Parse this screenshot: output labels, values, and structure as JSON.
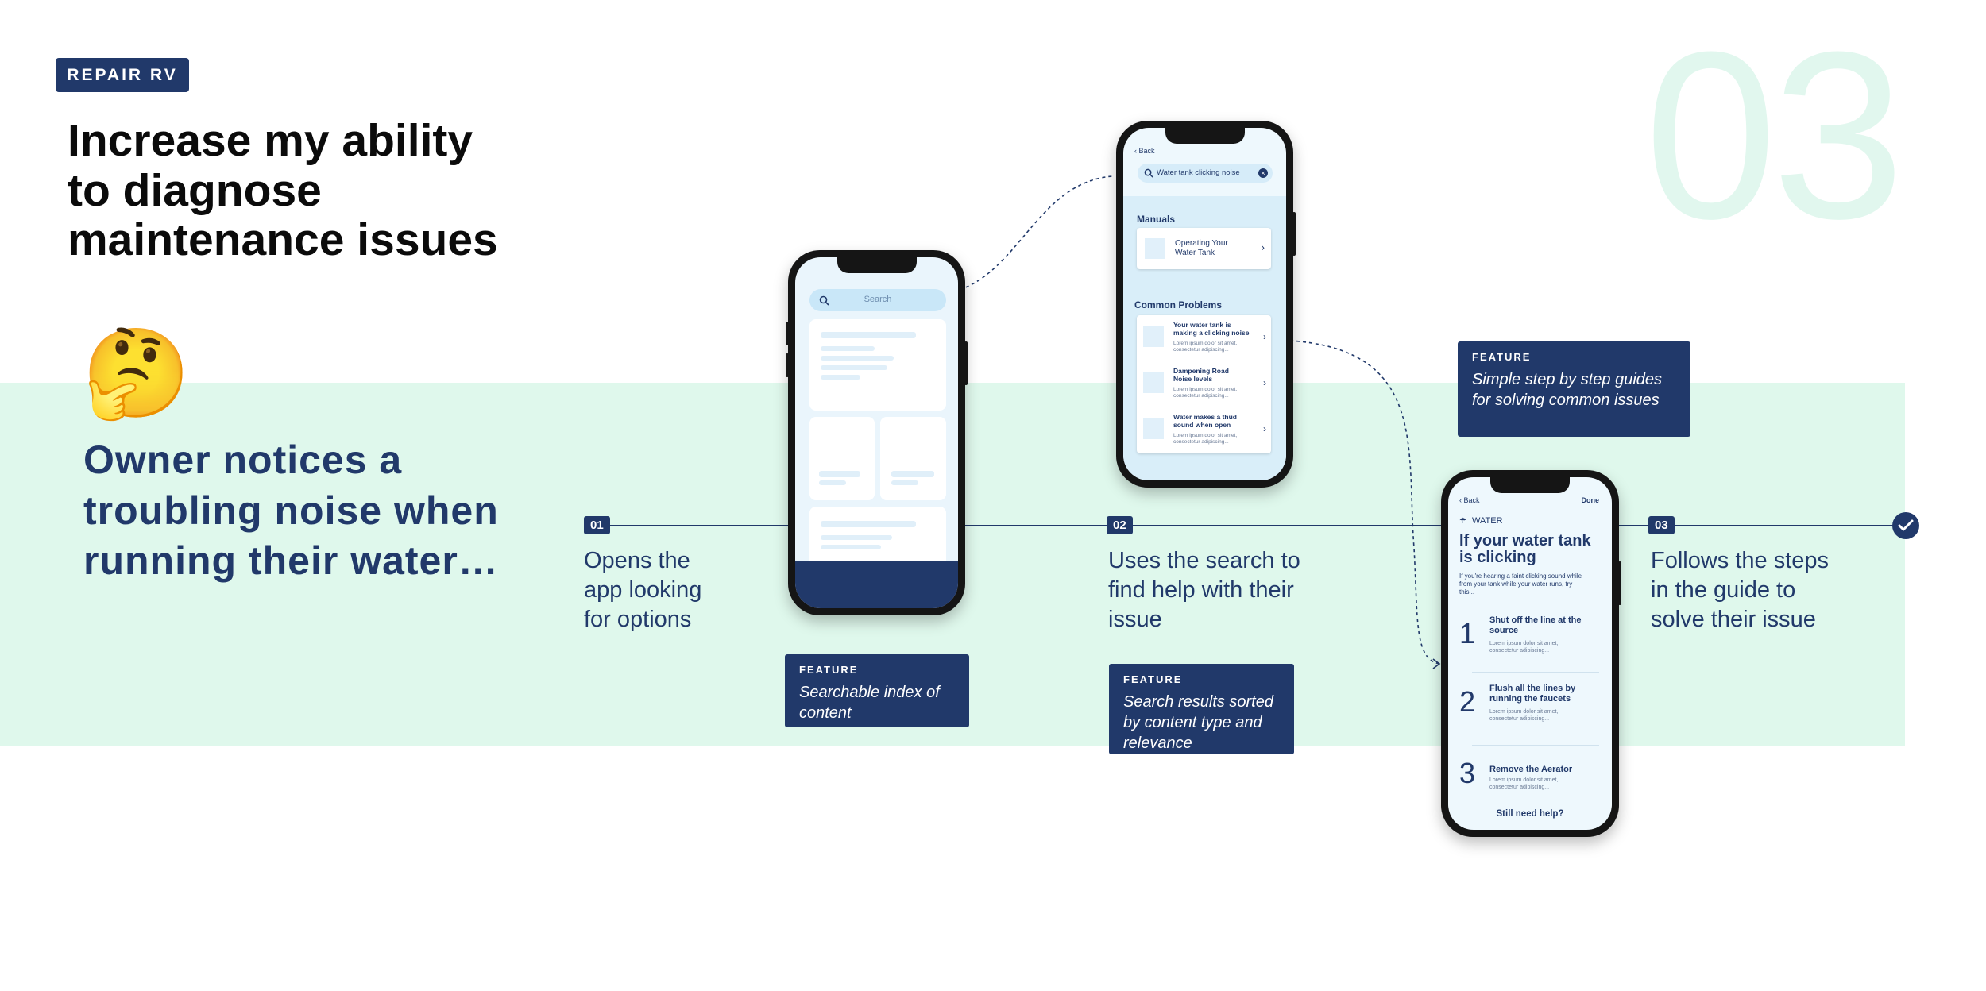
{
  "tag": "REPAIR RV",
  "step_number": "03",
  "title": "Increase my ability\nto diagnose\nmaintenance issues",
  "emoji": "🤔",
  "insight": "Owner notices a troubling noise when running their water…",
  "steps": [
    {
      "badge": "01",
      "text": "Opens the\napp looking\nfor options"
    },
    {
      "badge": "02",
      "text": "Uses the search to\nfind help with their\nissue"
    },
    {
      "badge": "03",
      "text": "Follows the steps\nin the guide to\nsolve their issue"
    }
  ],
  "features": [
    {
      "title": "FEATURE",
      "body": "Searchable index of content"
    },
    {
      "title": "FEATURE",
      "body": "Search results sorted by content type and relevance"
    },
    {
      "title": "FEATURE",
      "body": "Simple step by step guides for solving common issues"
    }
  ],
  "phone1": {
    "search_placeholder": "Search"
  },
  "phone2": {
    "back": "Back",
    "query": "Water tank clicking noise",
    "manuals_heading": "Manuals",
    "manual_item": "Operating Your Water Tank",
    "problems_heading": "Common Problems",
    "problems": [
      {
        "title": "Your water tank is making a clicking noise",
        "desc": "Lorem ipsum dolor sit amet, consectetur adipiscing..."
      },
      {
        "title": "Dampening Road Noise levels",
        "desc": "Lorem ipsum dolor sit amet, consectetur adipiscing..."
      },
      {
        "title": "Water makes a thud sound when open",
        "desc": "Lorem ipsum dolor sit amet, consectetur adipiscing..."
      }
    ]
  },
  "phone3": {
    "back": "Back",
    "done": "Done",
    "category": "WATER",
    "heading": "If your water tank is clicking",
    "intro": "If you're hearing a faint clicking sound while from your tank while your water runs, try this...",
    "steps": [
      {
        "num": "1",
        "title": "Shut off the line at the source",
        "desc": "Lorem ipsum dolor sit amet, consectetur adipiscing..."
      },
      {
        "num": "2",
        "title": "Flush all the lines by running the faucets",
        "desc": "Lorem ipsum dolor sit amet, consectetur adipiscing..."
      },
      {
        "num": "3",
        "title": "Remove the Aerator",
        "desc": "Lorem ipsum dolor sit amet, consectetur adipiscing..."
      }
    ],
    "help": "Still need help?"
  },
  "colors": {
    "navy": "#21396a",
    "mint": "#dff8ec",
    "number": "#e1f7ee"
  }
}
